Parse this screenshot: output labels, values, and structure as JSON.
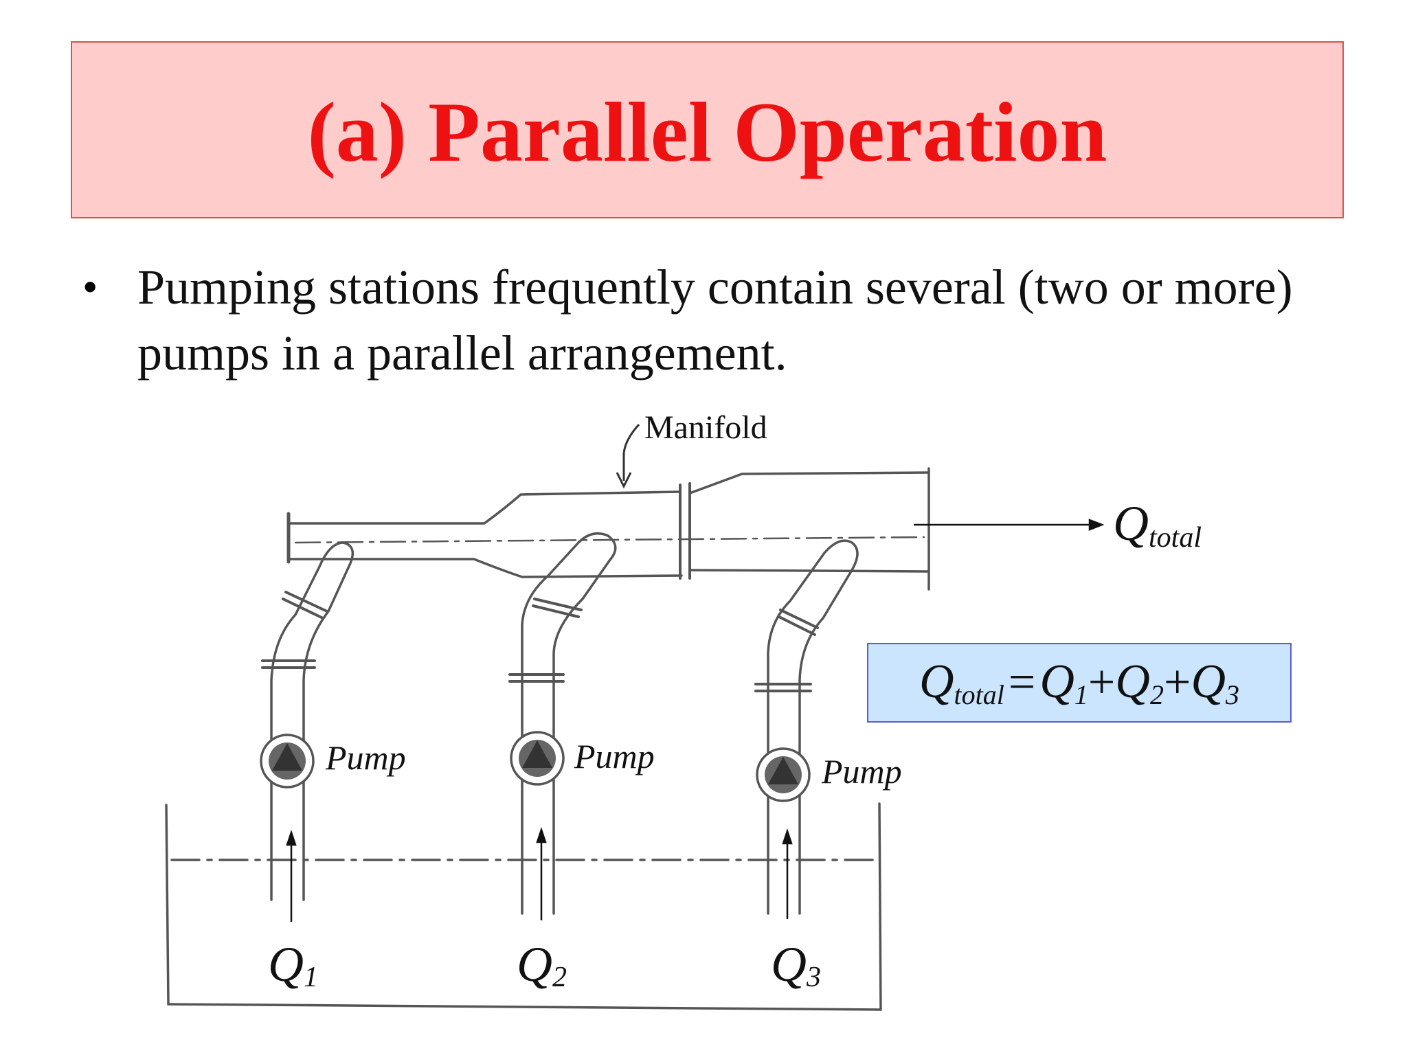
{
  "slide": {
    "title": "(a) Parallel Operation",
    "bullet": "Pumping stations frequently contain several (two or more) pumps in a parallel arrangement."
  },
  "diagram": {
    "manifold_label": "Manifold",
    "pump_labels": [
      "Pump",
      "Pump",
      "Pump"
    ],
    "flows": [
      {
        "symbol": "Q",
        "sub": "1"
      },
      {
        "symbol": "Q",
        "sub": "2"
      },
      {
        "symbol": "Q",
        "sub": "3"
      }
    ],
    "total_flow": {
      "symbol": "Q",
      "sub": "total"
    }
  },
  "formula": {
    "lhs_symbol": "Q",
    "lhs_sub": "total",
    "eq": "=",
    "terms": [
      {
        "symbol": "Q",
        "sub": "1"
      },
      {
        "symbol": "Q",
        "sub": "2"
      },
      {
        "symbol": "Q",
        "sub": "3"
      }
    ],
    "plus": "+"
  },
  "colors": {
    "title_text": "#ee1111",
    "title_bg": "#ffcccc",
    "title_border": "#d9534a",
    "formula_bg": "#cce5ff",
    "formula_border": "#5b5bd6",
    "line": "#555555"
  }
}
